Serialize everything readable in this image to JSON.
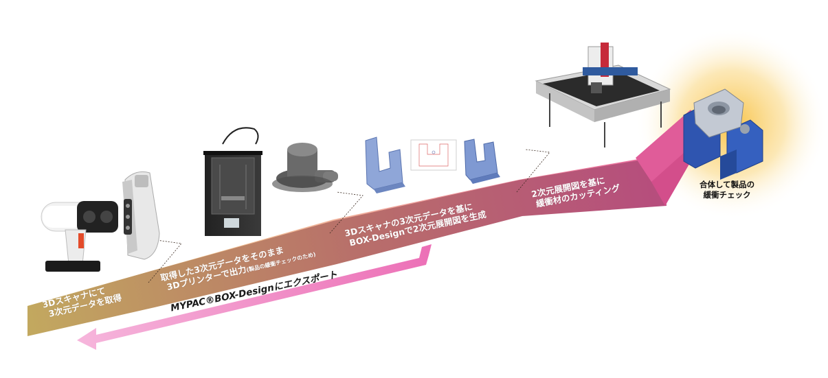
{
  "steps": [
    {
      "line1": "3Dスキャナにて",
      "line2": "3次元データを取得"
    },
    {
      "line1": "取得した3次元データをそのまま",
      "line2": "3Dプリンターで出力",
      "note": "(製品の緩衝チェックのため)"
    },
    {
      "line1": "3Dスキャナの3次元データを基に",
      "line2": "BOX-Designで2次元展開図を生成"
    },
    {
      "line1": "2次元展開図を基に",
      "line2": "緩衝材のカッティング"
    }
  ],
  "final_step": {
    "line1": "合体して製品の",
    "line2": "緩衝チェック"
  },
  "export_label": "MYPAC®BOX-Designにエクスポート",
  "colors": {
    "ribbon_start": "#efd27a",
    "ribbon_end": "#e6609a",
    "label_band_start": "#b89a55",
    "label_band_end": "#b14e7c",
    "export_arrow": "#ee82bf",
    "glow": "#f7c64a",
    "foam": "#3f62b8"
  },
  "icons": [
    "handheld-3d-scanner-icon",
    "3d-scanner-device-icon",
    "3d-printer-icon",
    "printed-part-icon",
    "foam-u-block-icon",
    "flat-pattern-drawing-icon",
    "foam-u-block-small-icon",
    "cutting-plotter-icon",
    "assembled-foam-product-icon"
  ]
}
